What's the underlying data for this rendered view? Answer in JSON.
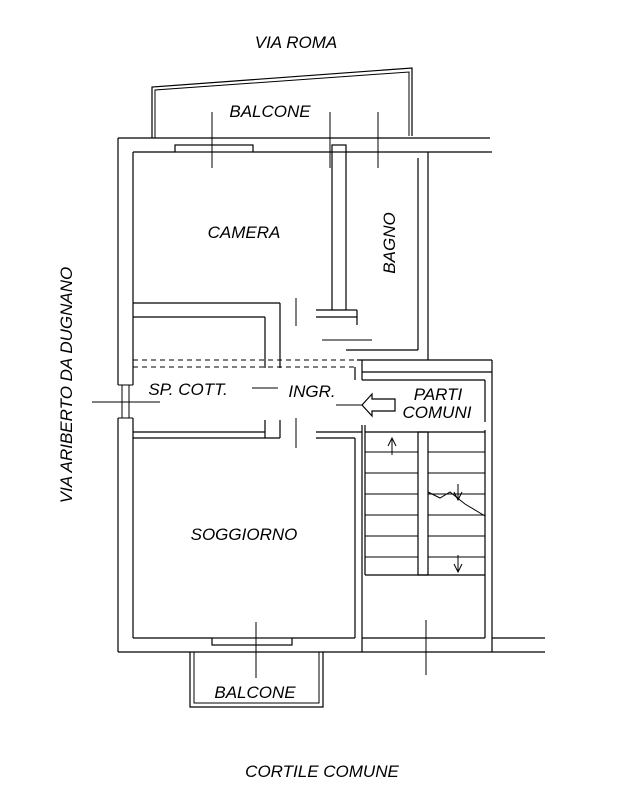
{
  "labels": {
    "street_top": "VIA ROMA",
    "street_left": "VIA ARIBERTO DA DUGNANO",
    "courtyard": "CORTILE COMUNE",
    "balcony_top": "BALCONE",
    "balcony_bottom": "BALCONE",
    "camera": "CAMERA",
    "bagno": "BAGNO",
    "kitchen": "SP. COTT.",
    "entrance": "INGR.",
    "common_1": "PARTI",
    "common_2": "COMUNI",
    "living": "SOGGIORNO"
  }
}
